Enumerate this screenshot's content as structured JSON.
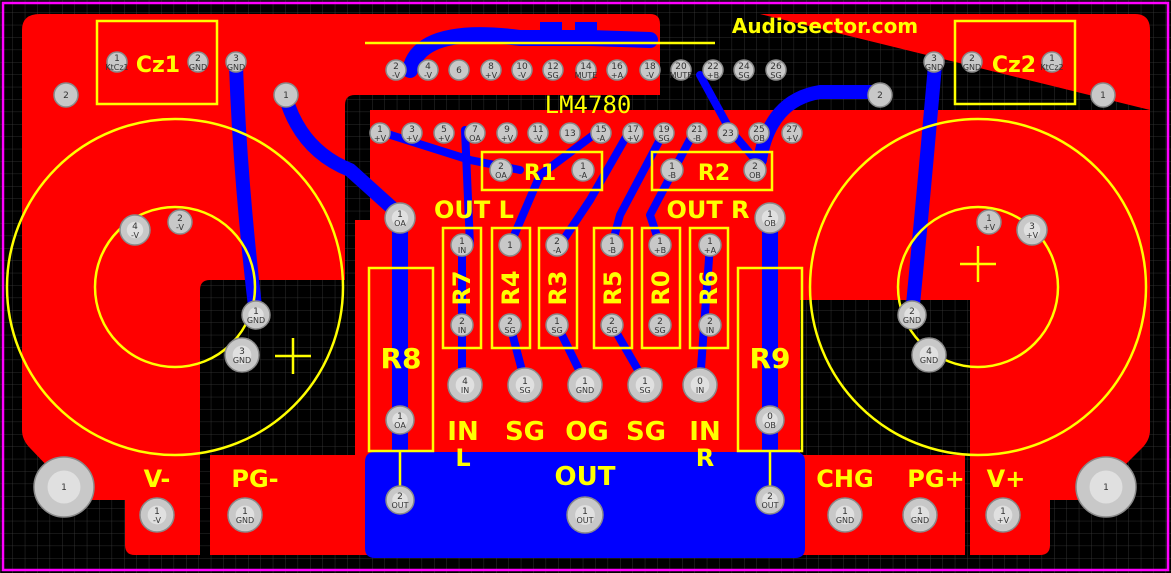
{
  "brand": "Audiosector.com",
  "chip": "LM4780",
  "colors": {
    "background": "#000000",
    "grid": "#3a3a3a",
    "top_copper": "#ff0000",
    "bottom_copper": "#0000ff",
    "silkscreen": "#ffff00",
    "pad": "#c8c8c8",
    "board_outline": "#ff00ff"
  },
  "labels": [
    {
      "id": "cz1",
      "text": "Cz1",
      "size": 22
    },
    {
      "id": "cz2",
      "text": "Cz2",
      "size": 22
    },
    {
      "id": "r1",
      "text": "R1",
      "size": 22
    },
    {
      "id": "r2",
      "text": "R2",
      "size": 22
    },
    {
      "id": "out-l",
      "text": "OUT L",
      "size": 24
    },
    {
      "id": "out-r",
      "text": "OUT R",
      "size": 24
    },
    {
      "id": "r7",
      "text": "R7",
      "size": 24,
      "rotate": true
    },
    {
      "id": "r4",
      "text": "R4",
      "size": 24,
      "rotate": true
    },
    {
      "id": "r3",
      "text": "R3",
      "size": 24,
      "rotate": true
    },
    {
      "id": "r5",
      "text": "R5",
      "size": 24,
      "rotate": true
    },
    {
      "id": "r0",
      "text": "R0",
      "size": 24,
      "rotate": true
    },
    {
      "id": "r6",
      "text": "R6",
      "size": 24,
      "rotate": true
    },
    {
      "id": "r8",
      "text": "R8",
      "size": 28
    },
    {
      "id": "r9",
      "text": "R9",
      "size": 28
    },
    {
      "id": "in-1",
      "text": "IN",
      "size": 26
    },
    {
      "id": "sg-1",
      "text": "SG",
      "size": 26
    },
    {
      "id": "og",
      "text": "OG",
      "size": 26
    },
    {
      "id": "sg-2",
      "text": "SG",
      "size": 26
    },
    {
      "id": "in-2",
      "text": "IN",
      "size": 26
    },
    {
      "id": "l",
      "text": "L",
      "size": 24
    },
    {
      "id": "r",
      "text": "R",
      "size": 24
    },
    {
      "id": "out",
      "text": "OUT",
      "size": 26
    },
    {
      "id": "v-minus",
      "text": "V-",
      "size": 24
    },
    {
      "id": "pg-minus",
      "text": "PG-",
      "size": 24
    },
    {
      "id": "chg",
      "text": "CHG",
      "size": 24
    },
    {
      "id": "pg-plus",
      "text": "PG+",
      "size": 24
    },
    {
      "id": "v-plus",
      "text": "V+",
      "size": 24
    }
  ],
  "pads": [
    {
      "num": "1",
      "net": "KtCz1"
    },
    {
      "num": "2",
      "net": "GND"
    },
    {
      "num": "3",
      "net": "GND"
    },
    {
      "num": "2",
      "net": ""
    },
    {
      "num": "1",
      "net": ""
    },
    {
      "num": "3",
      "net": "GND"
    },
    {
      "num": "2",
      "net": "GND"
    },
    {
      "num": "1",
      "net": "KtCz2"
    },
    {
      "num": "2",
      "net": ""
    },
    {
      "num": "1",
      "net": ""
    },
    {
      "num": "2",
      "net": "-V"
    },
    {
      "num": "4",
      "net": "-V"
    },
    {
      "num": "6",
      "net": ""
    },
    {
      "num": "8",
      "net": "+V"
    },
    {
      "num": "10",
      "net": "-V"
    },
    {
      "num": "12",
      "net": "SG"
    },
    {
      "num": "14",
      "net": "MUTE"
    },
    {
      "num": "16",
      "net": "+A"
    },
    {
      "num": "18",
      "net": "-V"
    },
    {
      "num": "20",
      "net": "MUTE"
    },
    {
      "num": "22",
      "net": "+B"
    },
    {
      "num": "24",
      "net": "SG"
    },
    {
      "num": "26",
      "net": "SG"
    },
    {
      "num": "1",
      "net": "+V"
    },
    {
      "num": "3",
      "net": "+V"
    },
    {
      "num": "5",
      "net": "+V"
    },
    {
      "num": "7",
      "net": "OA"
    },
    {
      "num": "9",
      "net": "+V"
    },
    {
      "num": "11",
      "net": "-V"
    },
    {
      "num": "13",
      "net": ""
    },
    {
      "num": "15",
      "net": "-A"
    },
    {
      "num": "17",
      "net": "+V"
    },
    {
      "num": "19",
      "net": "SG"
    },
    {
      "num": "21",
      "net": "-B"
    },
    {
      "num": "23",
      "net": ""
    },
    {
      "num": "25",
      "net": "OB"
    },
    {
      "num": "27",
      "net": "+V"
    },
    {
      "num": "2",
      "net": "OA"
    },
    {
      "num": "1",
      "net": "-A"
    },
    {
      "num": "1",
      "net": "-B"
    },
    {
      "num": "2",
      "net": "OB"
    },
    {
      "num": "1",
      "net": "OA"
    },
    {
      "num": "1",
      "net": "OB"
    },
    {
      "num": "1",
      "net": "IN"
    },
    {
      "num": "1",
      "net": ""
    },
    {
      "num": "2",
      "net": "-A"
    },
    {
      "num": "1",
      "net": "-B"
    },
    {
      "num": "1",
      "net": "+B"
    },
    {
      "num": "1",
      "net": "+A"
    },
    {
      "num": "2",
      "net": "IN"
    },
    {
      "num": "2",
      "net": "SG"
    },
    {
      "num": "1",
      "net": "SG"
    },
    {
      "num": "2",
      "net": "SG"
    },
    {
      "num": "2",
      "net": "SG"
    },
    {
      "num": "2",
      "net": "IN"
    },
    {
      "num": "4",
      "net": "-V"
    },
    {
      "num": "2",
      "net": "-V"
    },
    {
      "num": "1",
      "net": "+V"
    },
    {
      "num": "3",
      "net": "+V"
    },
    {
      "num": "1",
      "net": "GND"
    },
    {
      "num": "3",
      "net": "GND"
    },
    {
      "num": "2",
      "net": "GND"
    },
    {
      "num": "4",
      "net": "GND"
    },
    {
      "num": "1",
      "net": "OA"
    },
    {
      "num": "0",
      "net": "OB"
    },
    {
      "num": "4",
      "net": "IN"
    },
    {
      "num": "1",
      "net": "SG"
    },
    {
      "num": "1",
      "net": "GND"
    },
    {
      "num": "1",
      "net": "SG"
    },
    {
      "num": "0",
      "net": "IN"
    },
    {
      "num": "2",
      "net": "OUT"
    },
    {
      "num": "1",
      "net": "OUT"
    },
    {
      "num": "2",
      "net": "OUT"
    },
    {
      "num": "1",
      "net": "-V"
    },
    {
      "num": "1",
      "net": "GND"
    },
    {
      "num": "1",
      "net": "GND"
    },
    {
      "num": "1",
      "net": "GND"
    },
    {
      "num": "1",
      "net": "+V"
    },
    {
      "num": "1",
      "net": ""
    },
    {
      "num": "1",
      "net": ""
    }
  ]
}
